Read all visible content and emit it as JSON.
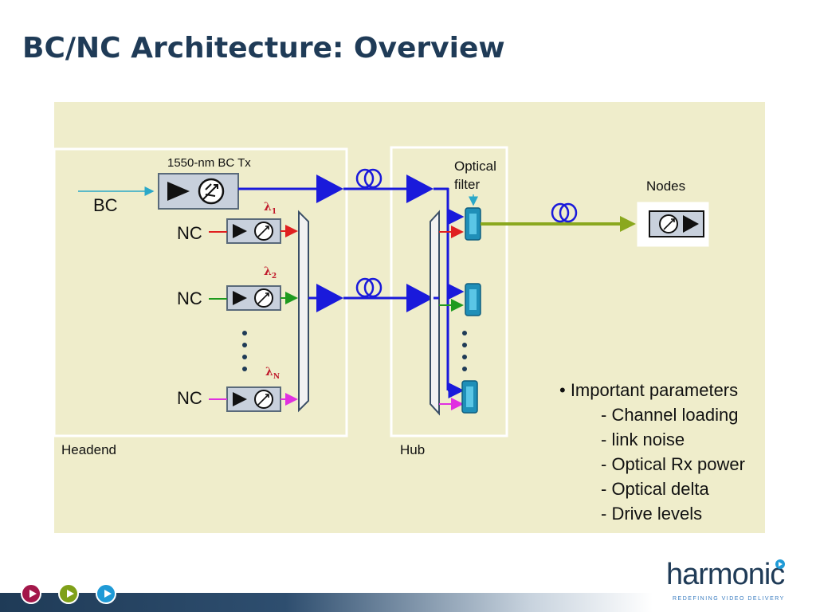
{
  "title": "BC/NC Architecture: Overview",
  "diagram": {
    "tx_label": "1550-nm BC Tx",
    "bc_label": "BC",
    "nc_labels": [
      "NC",
      "NC",
      "NC"
    ],
    "lambda_labels": [
      {
        "sym": "λ",
        "sub": "1"
      },
      {
        "sym": "λ",
        "sub": "2"
      },
      {
        "sym": "λ",
        "sub": "N"
      }
    ],
    "optical_filter_label": [
      "Optical",
      "filter"
    ],
    "nodes_label": "Nodes",
    "headend_label": "Headend",
    "hub_label": "Hub",
    "colors": {
      "bc_line": "#1a1adb",
      "lambda1": "#e02020",
      "lambda2": "#1e9a1e",
      "lambdaN": "#e030e0",
      "output": "#8aa81e",
      "input_arrow": "#2aa8c8"
    }
  },
  "params": {
    "heading": "• Important parameters",
    "items": [
      "- Channel loading",
      "- link noise",
      "- Optical Rx power",
      "- Optical delta",
      "- Drive levels"
    ]
  },
  "footer": {
    "nav_buttons": [
      "play-red",
      "play-green",
      "play-blue"
    ],
    "nav_colors": [
      "#a3174a",
      "#7fa019",
      "#1f9ad6"
    ],
    "logo_text": "harmonic",
    "logo_tagline": "REDEFINING VIDEO DELIVERY"
  }
}
